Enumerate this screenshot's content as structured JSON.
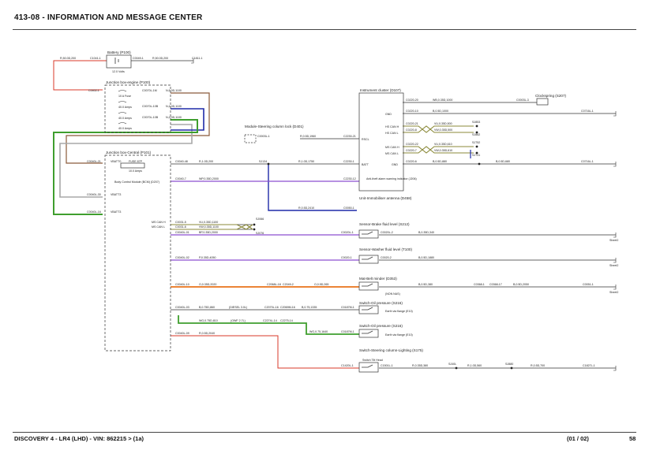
{
  "header": {
    "title": "413-08 - INFORMATION AND MESSAGE CENTER"
  },
  "footer": {
    "vehicle": "DISCOVERY 4 - LR4  (LHD) - VIN: 862215 >  (1a)",
    "sheet": "(01 / 02)",
    "page": "58"
  },
  "colors": {
    "red": "#d9382a",
    "brown": "#8a5a3a",
    "green": "#3f9e2e",
    "blue": "#1e2aa8",
    "violet": "#8c4fd0",
    "orange": "#e8731a",
    "gray": "#a8a8a8",
    "wire": "#333333",
    "olive": "#8b8a3a"
  },
  "diagram": {
    "components": {
      "battery": {
        "name": "Battery (P100)",
        "sub": "12.0 Volts"
      },
      "jb_engine": {
        "name": "Junction box-engine (P100)",
        "fuses": [
          "10 A Fuse",
          "40.0 Amps",
          "40.0 Amps",
          "40.0 Amps"
        ]
      },
      "jb_central": {
        "name": "Junction box-Central (P101)",
        "fuse": "FUSE 87P",
        "fuse_amp": "10.0 Amps"
      },
      "bcm": {
        "name": "Body Control Module (BCM) (D207)"
      },
      "cluster": {
        "name": "Instrument cluster (D107)",
        "alarm": "Anti-theft alarm warning indicator (J206)",
        "pins": [
          "GND",
          "HS CAN H",
          "HS CAN L",
          "MS CAN H",
          "MS CAN L",
          "GND",
          "RSCL",
          "BATT"
        ]
      },
      "clockspring": {
        "name": "Clockspring (S207)"
      },
      "steering_lock": {
        "name": "Module-Steering column lock (D401)"
      },
      "immobiliser": {
        "name": "Unit-Immobiliser antenna (D458)"
      },
      "brake_fluid": {
        "name": "Sensor-Brake fluid level (S212)"
      },
      "washer_fluid": {
        "name": "Sensor-Washer fluid level (T100)"
      },
      "seatbelt": {
        "name": "Mat-Belt minder (D353)",
        "note": "(NON NAS)"
      },
      "oil_pressure_1": {
        "name": "Switch-Oil pressure (S216)",
        "earth": "Earth via flange (E10)"
      },
      "oil_pressure_2": {
        "name": "Switch-Oil pressure (S216)",
        "earth": "Earth via flange (E10)"
      },
      "steering_lighting": {
        "name": "Switch-Steering column-Lighting (S175)",
        "sub": "Switch Tilt Head"
      }
    },
    "labels": {
      "batt_left": "R,50.0D,200",
      "batt_c1": "C1041-1",
      "batt_c2": "C0049-1",
      "batt_right": "R,50.0D,200",
      "batt_c3": "C1811-1",
      "c0402": "C0402-1",
      "c0070_1": "C0070L-1M",
      "w_1": "N,6.0D,1100",
      "c0070_2": "C0070L-10B",
      "w_2": "N,4.0D,1100",
      "c0070_3": "C0070L-10B",
      "w_3": "N,4.0D,1100",
      "c0040_21": "C0040L-21",
      "c0040_30": "C0040L-30",
      "c0040_16": "C0040L-16",
      "vbatt1": "VBATT0",
      "vbatt2": "VBATT3",
      "vbatt3": "VBATT3",
      "c0040_48": "C0040-48",
      "w_main": "R,1.0D,200",
      "splice": "SJ134",
      "w_main2": "R,1.0D,1750",
      "c2230_1": "C2230-1",
      "c0040_7": "C0040-7",
      "w_violet": "WP,0.35D,2000",
      "c2230_12": "C2230-12",
      "w_lock": "R,0.5D,1960",
      "c2230_21": "C2230-21",
      "c0003_1": "C0003L-1",
      "w_immob": "R,0.5D,2410",
      "c0050_1": "C0050-1",
      "ms_h": "MS CAN H",
      "ms_l": "MS CAN L",
      "c0031_5": "C0031-5",
      "c0031_6": "C0031-6",
      "w_can_h": "VU,0.35D,1100",
      "w_can_l": "VW,0.35D,1100",
      "sj_ms1": "SJ066",
      "sj_ms2": "SJ076",
      "c0040_01": "C0040L-01",
      "w_brake": "BP,0.35D,2000",
      "c0020_1": "C0020L-1",
      "c0020_2": "C0020L-2",
      "w_brake2": "B,0.35D,340",
      "sheet2a": "Sheet2",
      "c0040_02": "C0040L-02",
      "w_washer": "P,0.35D,4050",
      "c0020_1b": "C0020-1",
      "c0020_2b": "C0020-2",
      "w_washer2": "B,0.5D,1880",
      "sheet2b": "Sheet2",
      "c0040_10": "C0040L-10",
      "w_orange": "O,0.35D,2020",
      "c2068": "C2068L-18",
      "c2049": "C2049-2",
      "w_orange2": "O,0.5D,265",
      "c0369": "C0369-1",
      "w_belt": "B,0.5D,380",
      "c0368": "C0368-1",
      "c0368b": "C0368-17",
      "w_belt2": "B,0.5D,2050",
      "c0051": "C0051-1",
      "sheet2c": "Sheet2",
      "non_nas": "(NON NAS)",
      "c0040_03": "C0040L-03",
      "w_oil1": "B,0.75D,860",
      "w_oil1b": "(DIESEL 3.0L)",
      "c2070": "C2070L-16",
      "c2069": "C2069M-16",
      "w_oil1c": "B,0.75,1335",
      "c0187": "C0187M-1",
      "w_oil2": "WG,0.75D,810",
      "w_oil2b": "(OWF 2.7L)",
      "c2274": "C2274L-14",
      "c2275": "C2275-14",
      "w_oil2c": "WG,0.75,1640",
      "c0187b": "C0187M-1",
      "c0040_09": "C0040L-09",
      "w_steer": "R,0.5D,2040",
      "c1420": "C1420L-1",
      "c1501": "C1501L-1",
      "w_steer2": "R,0.35D,380",
      "sj_st1": "SJ40L",
      "w_steer3": "R,1.0D,560",
      "sj_st2": "SJ880",
      "w_steer4": "R,0.5D,700",
      "c1827": "C1827L-1",
      "c0220_20": "C0220-20",
      "w_w1": "WB,0.35D,1000",
      "c0003_3": "C0003L-3",
      "c0220_10": "C0220-10",
      "w_w2": "B,0.5D,1000",
      "c0716": "C0716L-1",
      "c0220_21": "C0220-21",
      "w_can1": "VU,0.35D,500",
      "sj_hs1": "SJ853",
      "c0220_8": "C0220-8",
      "w_can2": "VW,0.35D,500",
      "sj_hs2": "SJ862",
      "c0220_22": "C0220-22",
      "w_can3": "VU,0.35D,610",
      "sj_hs3": "SJ752",
      "c0220_7": "C0220-7",
      "w_can4": "VW,0.35D,610",
      "sj_hs4": "SJ731",
      "c0220_6": "C0220-6",
      "w_gnd": "B,0.5D,880",
      "w_gnd2": "B,0.5D,680",
      "c0716b": "C0716L-1"
    }
  }
}
